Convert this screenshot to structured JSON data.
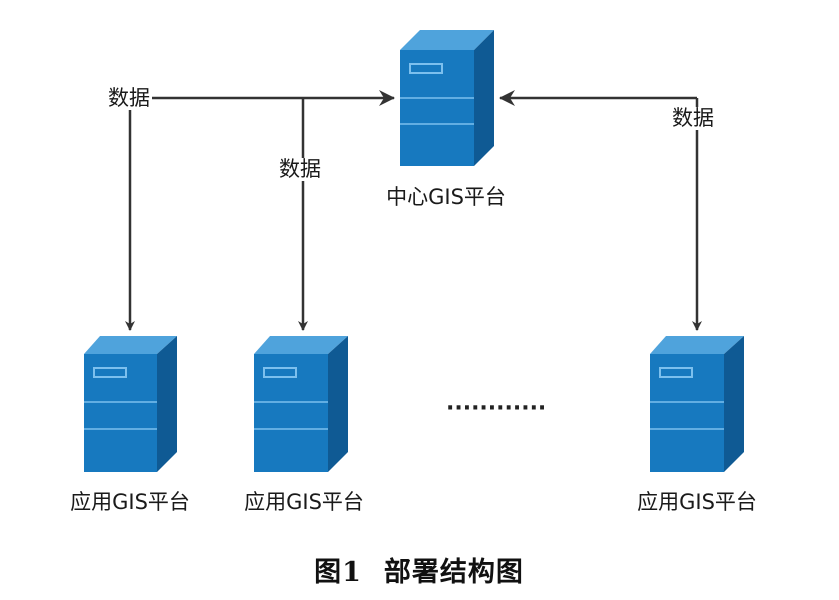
{
  "labels": {
    "data_left": "数据",
    "data_middle": "数据",
    "data_right": "数据"
  },
  "servers": {
    "center": "中心GIS平台",
    "app_1": "应用GIS平台",
    "app_2": "应用GIS平台",
    "app_3": "应用GIS平台"
  },
  "ellipsis": "············",
  "caption": {
    "number": "图1",
    "title": "部署结构图"
  },
  "colors": {
    "server_front": "#1779bf",
    "server_side": "#0f5a94",
    "server_top": "#4fa3dc",
    "server_line": "#7cc0ee",
    "arrow": "#333333"
  }
}
